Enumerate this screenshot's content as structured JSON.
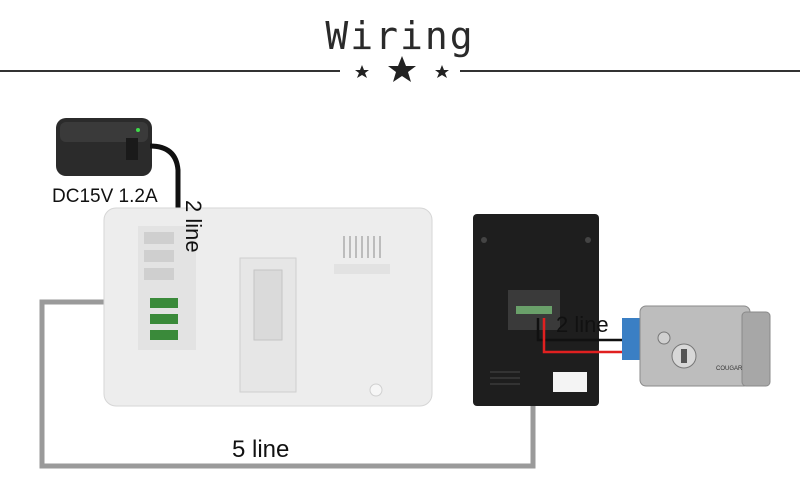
{
  "title": "Wiring",
  "labels": {
    "adapter": "DC15V 1.2A",
    "two_line_monitor": "2 line",
    "two_line_lock": "2 line",
    "five_line": "5 line",
    "lock_brand": "COUGAR"
  },
  "colors": {
    "cable_black": "#111111",
    "cable_gray": "#9a9a9a",
    "wire_red": "#e02020",
    "lock_blue": "#3a7fc4",
    "monitor_white": "#f2f2f2",
    "camera_black": "#1e1e1e"
  }
}
